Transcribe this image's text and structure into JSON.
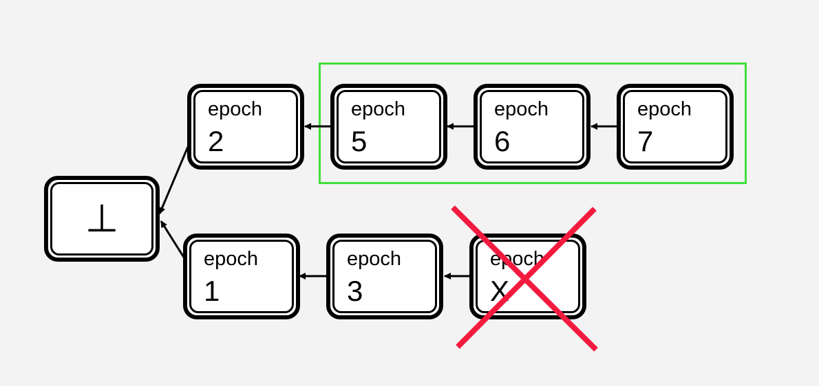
{
  "colors": {
    "background": "#f2f3f2",
    "node_border": "#000000",
    "node_fill": "#ffffff",
    "finalized_highlight": "#3ee03a",
    "rejected_cross": "#f21b3f"
  },
  "root": {
    "symbol": "⊥"
  },
  "nodes": [
    {
      "id": "epoch-2",
      "label": "epoch",
      "value": "2"
    },
    {
      "id": "epoch-5",
      "label": "epoch",
      "value": "5"
    },
    {
      "id": "epoch-6",
      "label": "epoch",
      "value": "6"
    },
    {
      "id": "epoch-7",
      "label": "epoch",
      "value": "7"
    },
    {
      "id": "epoch-1",
      "label": "epoch",
      "value": "1"
    },
    {
      "id": "epoch-3",
      "label": "epoch",
      "value": "3"
    },
    {
      "id": "epoch-x",
      "label": "epoch",
      "value": "X",
      "rejected": true
    }
  ],
  "edges": [
    {
      "from": "epoch-7",
      "to": "epoch-6"
    },
    {
      "from": "epoch-6",
      "to": "epoch-5"
    },
    {
      "from": "epoch-5",
      "to": "epoch-2"
    },
    {
      "from": "epoch-2",
      "to": "root"
    },
    {
      "from": "epoch-x",
      "to": "epoch-3"
    },
    {
      "from": "epoch-3",
      "to": "epoch-1"
    },
    {
      "from": "epoch-1",
      "to": "root"
    }
  ],
  "finalized_group": [
    "epoch-5",
    "epoch-6",
    "epoch-7"
  ]
}
